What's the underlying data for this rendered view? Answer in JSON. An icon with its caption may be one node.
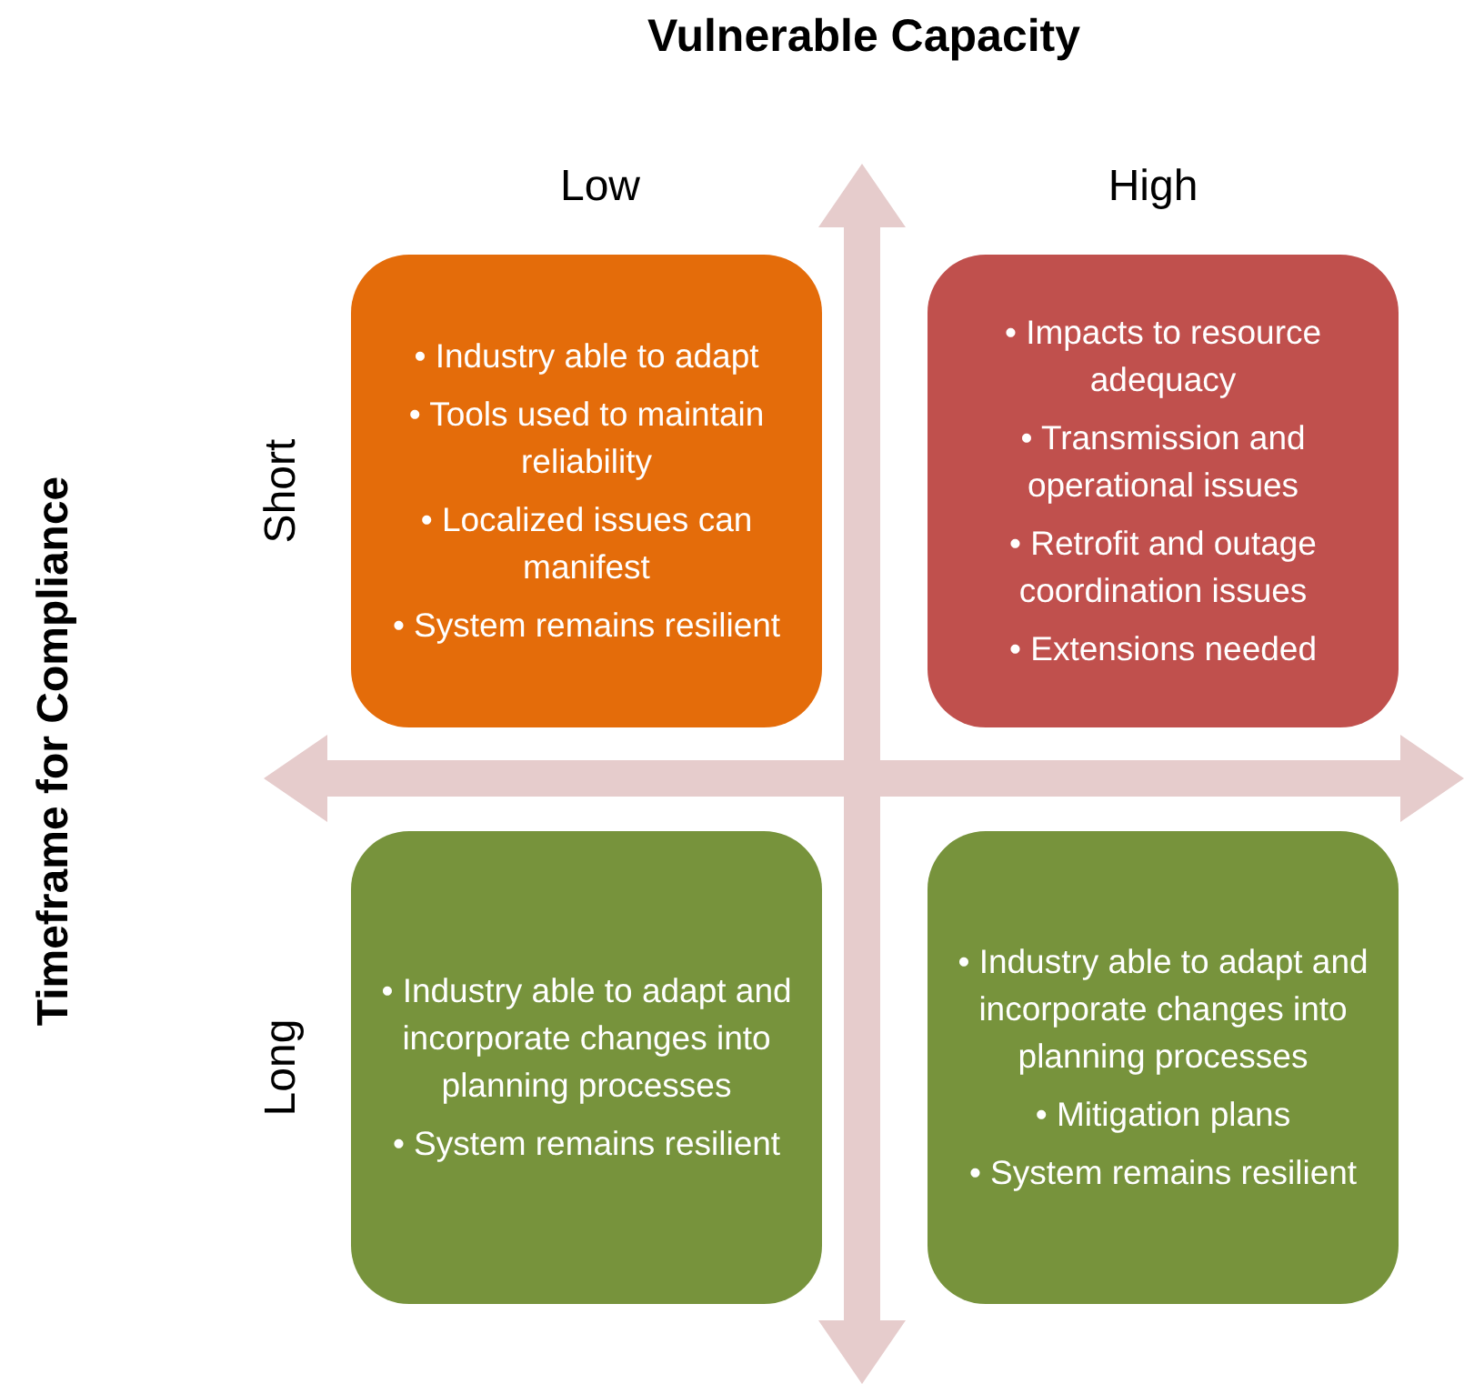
{
  "diagram": {
    "title": "Vulnerable Capacity",
    "nodes": [
      {
        "text": [
          "• Industry able to adapt",
          "• Tools used to maintain reliability",
          "• Localized issues can manifest",
          "• System remains resilient"
        ]
      },
      {
        "text": [
          "• Impacts to resource adequacy",
          "• Transmission and operational issues",
          "• Retrofit and outage coordination issues",
          "• Extensions needed"
        ]
      },
      {
        "text": [
          "• Industry able to adapt and incorporate changes into planning processes",
          "• System remains resilient"
        ]
      },
      {
        "text": [
          "• Industry able to adapt and incorporate changes into planning processes",
          "• Mitigation plans",
          "• System remains resilient"
        ]
      }
    ],
    "labels": [
      "Low",
      "High",
      "Timeframe for Compliance",
      "Short",
      "Long"
    ]
  }
}
